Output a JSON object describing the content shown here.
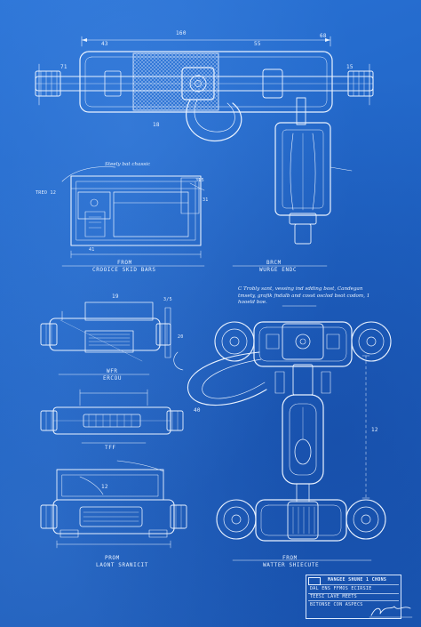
{
  "top_view": {
    "overall_dim": "160",
    "dim_left": "43",
    "dim_mid": "55",
    "dim_right": "68",
    "left_marker": "71",
    "right_marker": "15",
    "handle_dim": "18"
  },
  "front_view": {
    "note": "Steely bat chassic",
    "side_label": "TREO 12",
    "dim_a": "315",
    "dim_b": "31",
    "base_dim": "41",
    "caption_heading": "FROM",
    "caption": "CROOICE SKID BARS"
  },
  "side_view": {
    "caption_heading": "BRCM",
    "caption": "WURGE ENDC"
  },
  "mid_detail": {
    "dim_top": "19",
    "dim_right": "3/5",
    "dim_side": "20",
    "caption_heading": "WFR",
    "caption": "ERCOU"
  },
  "small_detail": {
    "caption": "TFF"
  },
  "bottom_detail": {
    "marker": "12",
    "caption_heading": "PROM",
    "caption": "LAONT SRANICIT"
  },
  "right_assembly": {
    "note": "C Trobly sant, vessing ind sdding bost, Candegan tmsety, grafik fndalb and cosst osclod bsot codom, 1 hooeld boe.",
    "side_dim": "40",
    "length_dim": "12",
    "caption_heading": "FROM",
    "caption": "WATTER SHIECUTE"
  },
  "title_block": {
    "title": "MANGEE SHUNE 1 CHONS",
    "row1": "DAL ENS FFMOS ECIRSIE",
    "row2": "TEESI LAVE MEETS",
    "row3": "BITONSE CON ASPECS"
  }
}
